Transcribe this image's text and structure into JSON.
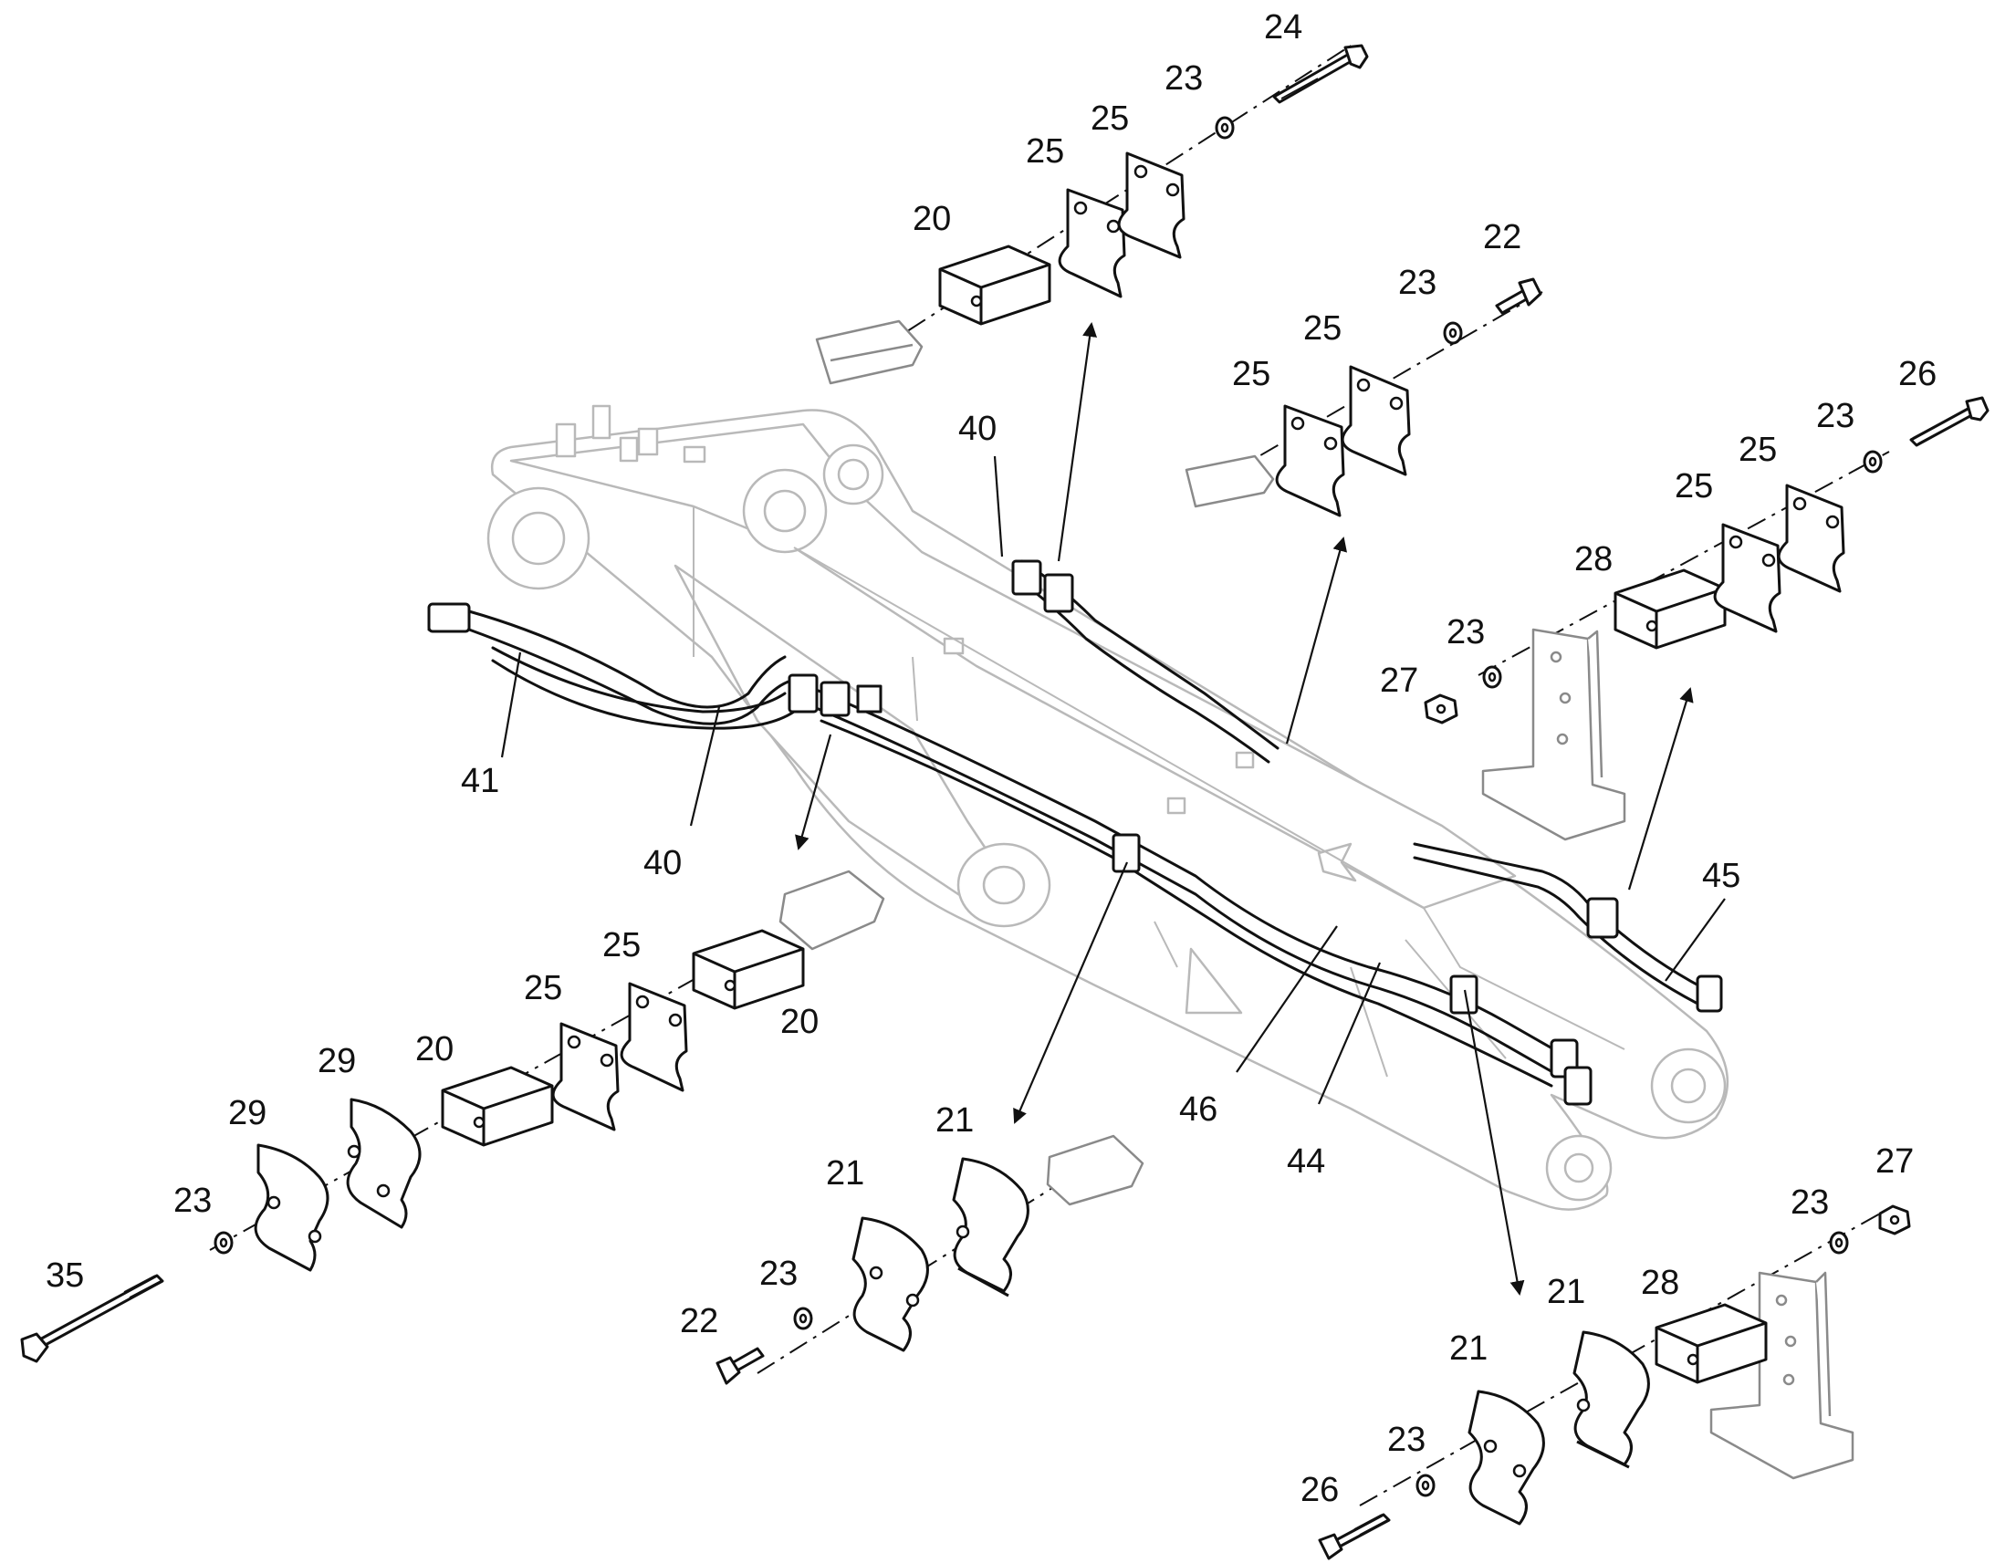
{
  "callouts": [
    {
      "id": "c24",
      "text": "24"
    },
    {
      "id": "c23a",
      "text": "23"
    },
    {
      "id": "c25a",
      "text": "25"
    },
    {
      "id": "c25b",
      "text": "25"
    },
    {
      "id": "c20a",
      "text": "20"
    },
    {
      "id": "c22a",
      "text": "22"
    },
    {
      "id": "c23b",
      "text": "23"
    },
    {
      "id": "c25c",
      "text": "25"
    },
    {
      "id": "c25d",
      "text": "25"
    },
    {
      "id": "c26a",
      "text": "26"
    },
    {
      "id": "c23c",
      "text": "23"
    },
    {
      "id": "c25e",
      "text": "25"
    },
    {
      "id": "c25f",
      "text": "25"
    },
    {
      "id": "c28a",
      "text": "28"
    },
    {
      "id": "c23d",
      "text": "23"
    },
    {
      "id": "c27a",
      "text": "27"
    },
    {
      "id": "c40a",
      "text": "40"
    },
    {
      "id": "c41",
      "text": "41"
    },
    {
      "id": "c40b",
      "text": "40"
    },
    {
      "id": "c45",
      "text": "45"
    },
    {
      "id": "c25g",
      "text": "25"
    },
    {
      "id": "c25h",
      "text": "25"
    },
    {
      "id": "c20b",
      "text": "20"
    },
    {
      "id": "c20c",
      "text": "20"
    },
    {
      "id": "c29a",
      "text": "29"
    },
    {
      "id": "c29b",
      "text": "29"
    },
    {
      "id": "c23e",
      "text": "23"
    },
    {
      "id": "c35",
      "text": "35"
    },
    {
      "id": "c21a",
      "text": "21"
    },
    {
      "id": "c21b",
      "text": "21"
    },
    {
      "id": "c23f",
      "text": "23"
    },
    {
      "id": "c22b",
      "text": "22"
    },
    {
      "id": "c46",
      "text": "46"
    },
    {
      "id": "c44",
      "text": "44"
    },
    {
      "id": "c27b",
      "text": "27"
    },
    {
      "id": "c23g",
      "text": "23"
    },
    {
      "id": "c21c",
      "text": "21"
    },
    {
      "id": "c28b",
      "text": "28"
    },
    {
      "id": "c21d",
      "text": "21"
    },
    {
      "id": "c23h",
      "text": "23"
    },
    {
      "id": "c26b",
      "text": "26"
    }
  ]
}
